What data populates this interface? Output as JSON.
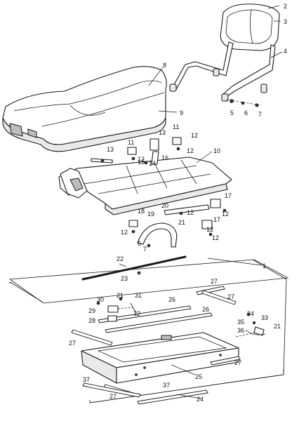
{
  "callouts": {
    "c1": "1",
    "c2": "2",
    "c3": "3",
    "c4": "4",
    "c5": "5",
    "c6": "6",
    "c7": "7",
    "c8": "8",
    "c9": "9",
    "c10": "10",
    "c11a": "11",
    "c11b": "11",
    "c12a": "12",
    "c12b": "12",
    "c12c": "12",
    "c12d": "12",
    "c12e": "12",
    "c12f": "12",
    "c12g": "12",
    "c12h": "12",
    "c13a": "13",
    "c13b": "13",
    "c14": "14",
    "c15": "15",
    "c16": "16",
    "c17a": "17",
    "c17b": "17",
    "c18": "18",
    "c19": "19",
    "c20": "20",
    "c21a": "21",
    "c21b": "21",
    "c21c": "21",
    "c6b": "6",
    "c7b": "7",
    "c22": "22",
    "c23": "23",
    "c24": "24",
    "c25": "25",
    "c26a": "26",
    "c26b": "26",
    "c27a": "27",
    "c27b": "27",
    "c27c": "27",
    "c27d": "27",
    "c28": "28",
    "c29": "29",
    "c30": "30",
    "c31": "31",
    "c32": "32",
    "c33": "33",
    "c34": "34",
    "c35": "35",
    "c36": "36",
    "c37a": "37",
    "c37b": "37"
  }
}
